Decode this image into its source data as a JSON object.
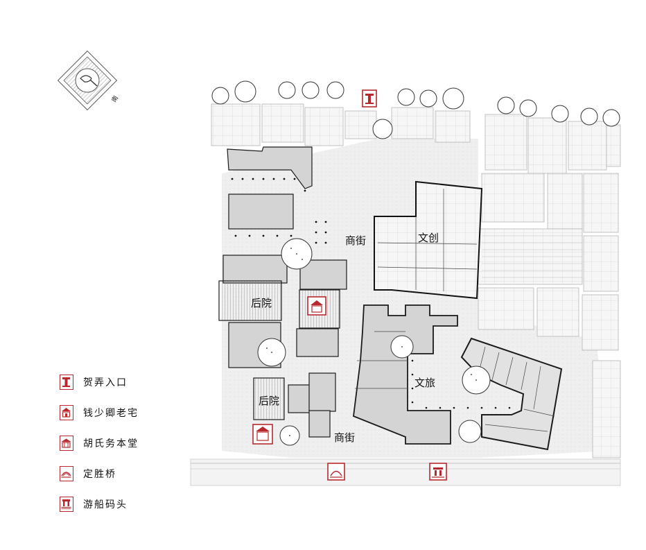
{
  "map": {
    "compass_label": "南",
    "zones": {
      "shang_jie_north": "商街",
      "shang_jie_south": "商街",
      "wen_chuang": "文创",
      "wen_lv": "文旅",
      "hou_yuan_north": "后院",
      "hou_yuan_south": "后院"
    },
    "colors": {
      "building_fill": "#d4d4d4",
      "building_stroke": "#1a1a1a",
      "context_line": "#b5b5b5",
      "landmark_red": "#b8282c",
      "paving": "#ececec"
    }
  },
  "legend": {
    "items": [
      {
        "label": "贺弄入口",
        "icon": "gate-icon"
      },
      {
        "label": "钱少卿老宅",
        "icon": "house-icon"
      },
      {
        "label": "胡氏务本堂",
        "icon": "hall-icon"
      },
      {
        "label": "定胜桥",
        "icon": "bridge-icon"
      },
      {
        "label": "游船码头",
        "icon": "pier-icon"
      }
    ]
  }
}
